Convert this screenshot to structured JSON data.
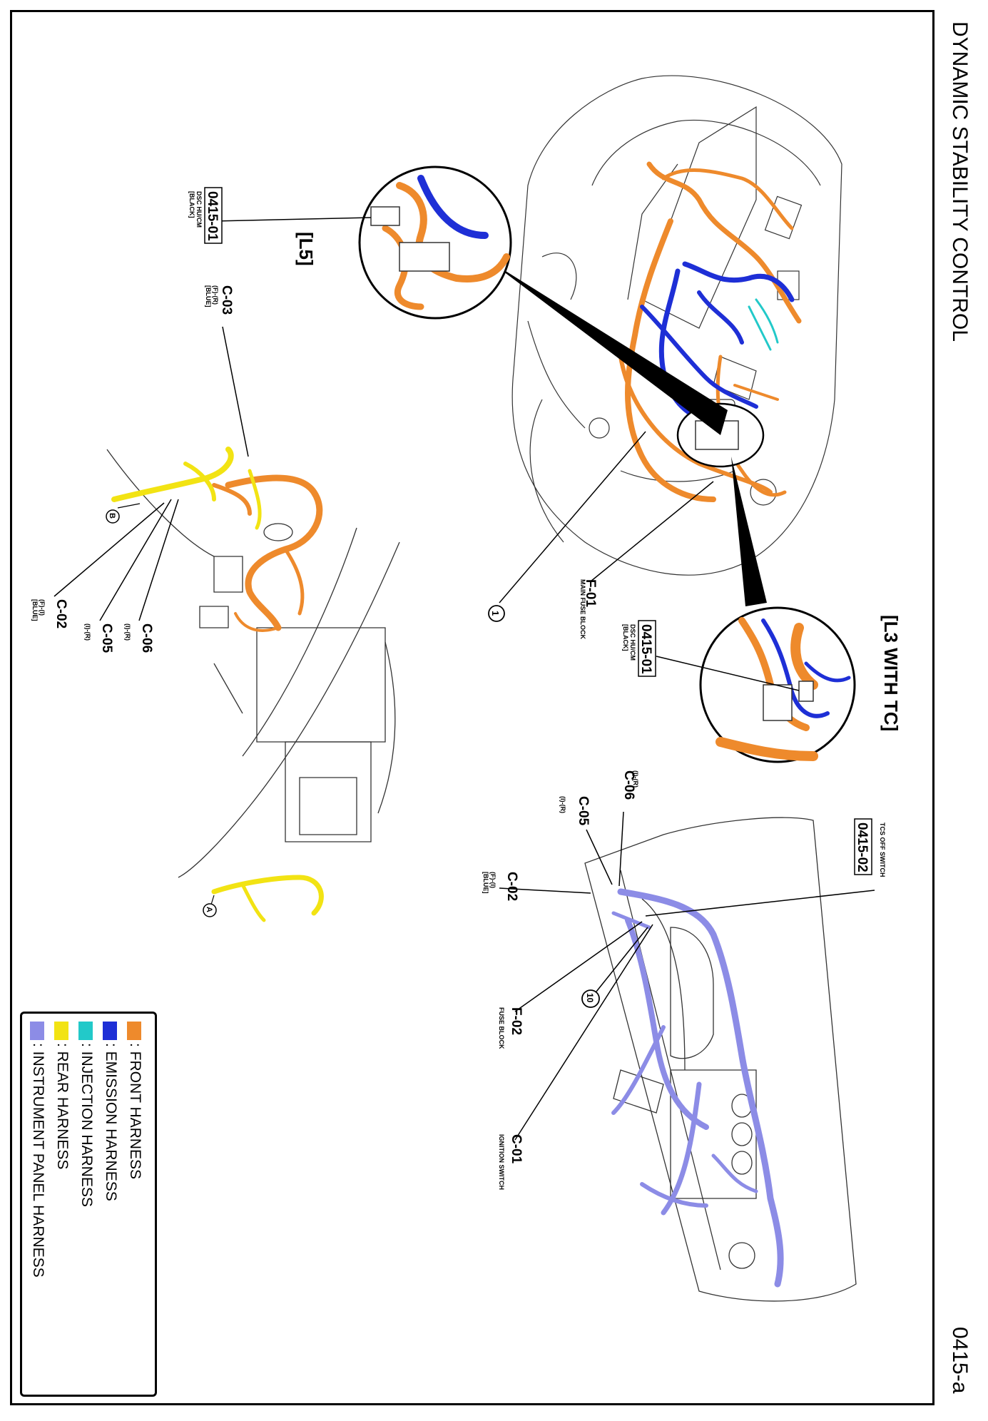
{
  "page": {
    "title": "DYNAMIC STABILITY CONTROL",
    "page_code": "0415-a"
  },
  "colors": {
    "front": "#ee8a2c",
    "emission": "#1e2fd6",
    "injection": "#22c9c9",
    "rear": "#f2e313",
    "instrument_panel": "#8c8ce6"
  },
  "callouts": {
    "l5": "[L5]",
    "l3": "[L3 WITH TC]"
  },
  "connectors": {
    "dsc_a": {
      "code": "0415-01",
      "name": "DSC HU/CM",
      "color": "[BLACK]"
    },
    "dsc_b": {
      "code": "0415-01",
      "name": "DSC HU/CM",
      "color": "[BLACK]"
    },
    "tcs": {
      "code": "0415-02",
      "name": "TCS OFF SWITCH"
    },
    "f01": {
      "code": "F-01",
      "name": "MAIN FUSE BLOCK"
    },
    "f02": {
      "code": "F-02",
      "name": "FUSE BLOCK"
    },
    "c01": {
      "code": "C-01",
      "name": "IGNITION SWITCH"
    },
    "c02_ip": {
      "code": "C-02",
      "sub": "(F)-(I)",
      "color": "[BLUE]"
    },
    "c05_ip": {
      "code": "C-05",
      "sub": "(I)-(R)"
    },
    "c06_ip": {
      "code": "C-06",
      "sub": "(I)-(R)"
    },
    "c03": {
      "code": "C-03",
      "sub": "(F)-(R)",
      "color": "[BLUE]"
    },
    "c02_fl": {
      "code": "C-02",
      "sub": "(F)-(I)",
      "color": "[BLUE]"
    },
    "c05_fl": {
      "code": "C-05",
      "sub": "(I)-(R)"
    },
    "c06_fl": {
      "code": "C-06",
      "sub": "(I)-(R)"
    }
  },
  "markers": {
    "m1": "1",
    "m10": "10",
    "mA": "A",
    "mB": "B"
  },
  "legend": [
    {
      "label": ": FRONT HARNESS",
      "color": "#ee8a2c"
    },
    {
      "label": ": EMISSION HARNESS",
      "color": "#1e2fd6"
    },
    {
      "label": ": INJECTION HARNESS",
      "color": "#22c9c9"
    },
    {
      "label": ": REAR HARNESS",
      "color": "#f2e313"
    },
    {
      "label": ": INSTRUMENT PANEL HARNESS",
      "color": "#8c8ce6"
    }
  ]
}
